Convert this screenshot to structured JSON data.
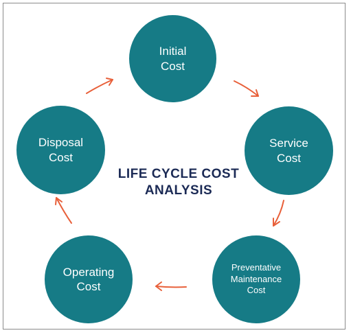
{
  "title": {
    "line1": "LIFE CYCLE COST",
    "line2": "ANALYSIS"
  },
  "nodes": {
    "initial": "Initial\nCost",
    "service": "Service\nCost",
    "preventative": "Preventative\nMaintenance\nCost",
    "operating": "Operating\nCost",
    "disposal": "Disposal\nCost"
  },
  "colors": {
    "circle_fill": "#167b86",
    "circle_text": "#ffffff",
    "title_text": "#1b2a55",
    "arrow": "#e8603a"
  }
}
